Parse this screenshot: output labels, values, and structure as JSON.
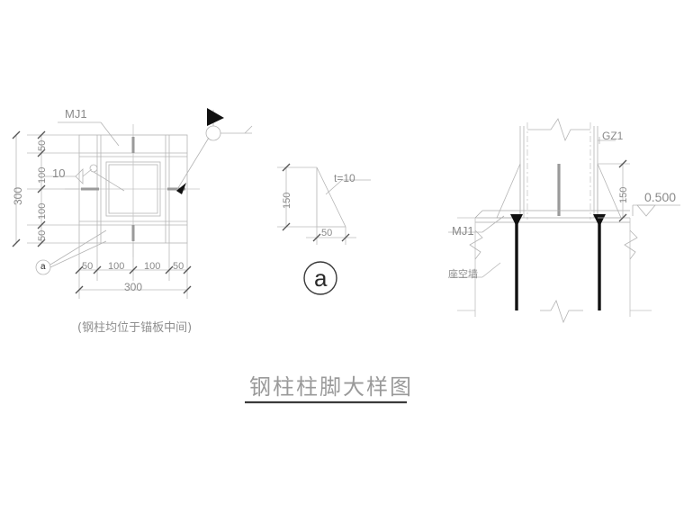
{
  "drawing": {
    "title": "钢柱柱脚大样图",
    "note": "(钢柱均位于锚板中间)",
    "plan": {
      "part_label": "MJ1",
      "weld_size": "10",
      "detail_bubble": "a",
      "horizontal_dims": [
        "50",
        "100",
        "100",
        "50"
      ],
      "horizontal_total": "300",
      "vertical_dims": [
        "50",
        "100",
        "100",
        "50"
      ],
      "vertical_total": "300"
    },
    "detail_a": {
      "bubble": "a",
      "height_dim": "150",
      "width_dim": "50",
      "thickness_label": "t=10"
    },
    "elevation": {
      "column_label": "GZ1",
      "plate_label": "MJ1",
      "wall_label": "座空墙",
      "stiffener_height": "150",
      "level_marker": "0.500"
    },
    "colors": {
      "line": "#b4b4b4",
      "line_dark": "#8c8c8c",
      "solid_fill": "#1a1a1a",
      "stiffener_fill": "#9a9a9a",
      "text": "#8a8a8a",
      "title": "#9a9a9a"
    }
  }
}
